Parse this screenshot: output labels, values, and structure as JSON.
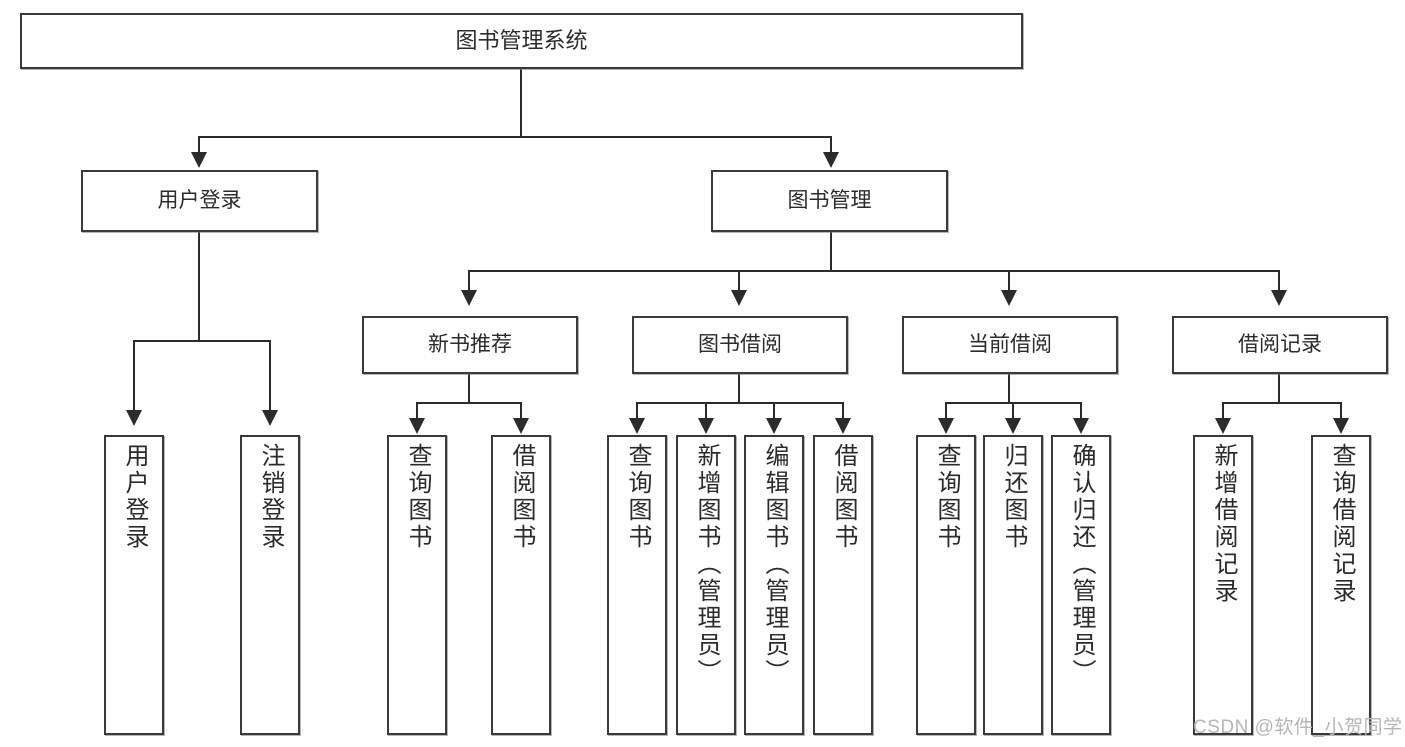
{
  "diagram": {
    "title": "图书管理系统",
    "type": "functional-structure-tree",
    "root": {
      "label": "图书管理系统"
    },
    "level2": [
      {
        "label": "用户登录"
      },
      {
        "label": "图书管理"
      }
    ],
    "level3": [
      {
        "label": "新书推荐"
      },
      {
        "label": "图书借阅"
      },
      {
        "label": "当前借阅"
      },
      {
        "label": "借阅记录"
      }
    ],
    "leaves": {
      "user_login": [
        {
          "label": "用户登录"
        },
        {
          "label": "注销登录"
        }
      ],
      "new_book_recommend": [
        {
          "label": "查询图书"
        },
        {
          "label": "借阅图书"
        }
      ],
      "book_borrow": [
        {
          "label": "查询图书"
        },
        {
          "label": "新增图书（管理员）"
        },
        {
          "label": "编辑图书（管理员）"
        },
        {
          "label": "借阅图书"
        }
      ],
      "current_borrow": [
        {
          "label": "查询图书"
        },
        {
          "label": "归还图书"
        },
        {
          "label": "确认归还（管理员）"
        }
      ],
      "borrow_records": [
        {
          "label": "新增借阅记录"
        },
        {
          "label": "查询借阅记录"
        }
      ]
    }
  },
  "watermark": {
    "text": "CSDN @软件_小贺同学"
  },
  "colors": {
    "box_border": "#3a3a3a",
    "line": "#2b2b2b",
    "text": "#2b2b2b",
    "background": "#ffffff",
    "watermark": "#b6b6b6"
  }
}
